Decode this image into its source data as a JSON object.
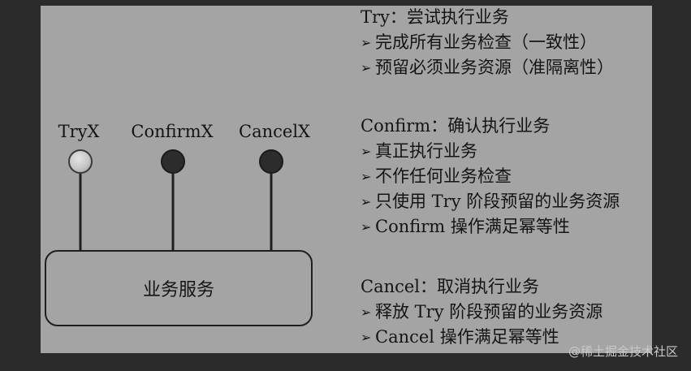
{
  "diagram": {
    "connectors": [
      {
        "label": "TryX"
      },
      {
        "label": "ConfirmX"
      },
      {
        "label": "CancelX"
      }
    ],
    "service_box": {
      "label": "业务服务"
    },
    "try_section": {
      "title": "Try：尝试执行业务",
      "items": [
        "完成所有业务检查（一致性）",
        "预留必须业务资源（准隔离性）"
      ]
    },
    "confirm_section": {
      "title": "Confirm：确认执行业务",
      "items": [
        "真正执行业务",
        "不作任何业务检查",
        "只使用 Try 阶段预留的业务资源",
        "Confirm 操作满足幂等性"
      ]
    },
    "cancel_section": {
      "title": "Cancel：取消执行业务",
      "items": [
        "释放 Try 阶段预留的业务资源",
        "Cancel 操作满足幂等性"
      ]
    },
    "bullet_glyph": "➢"
  },
  "watermark": "@稀土掘金技术社区"
}
